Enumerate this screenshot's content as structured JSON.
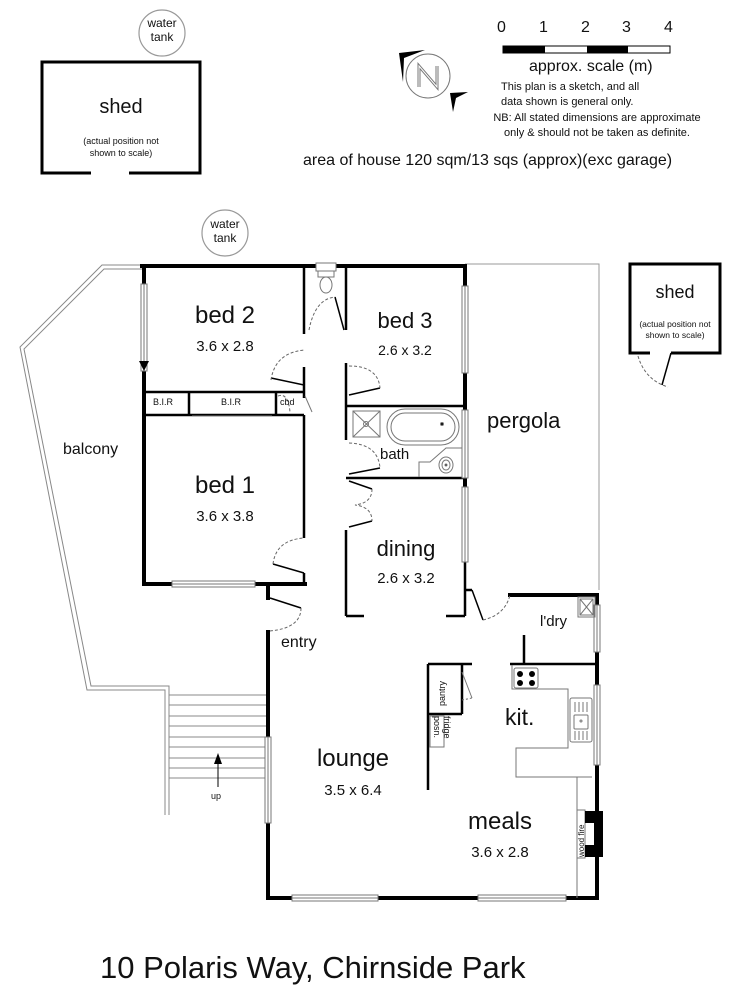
{
  "title": "10 Polaris Way, Chirnside Park",
  "area_note": "area of house 120 sqm/13 sqs (approx)(exc garage)",
  "scale": {
    "ticks": [
      "0",
      "1",
      "2",
      "3",
      "4"
    ],
    "label": "approx. scale (m)"
  },
  "compass": {
    "letter": "N"
  },
  "disclaimer": {
    "line1": "This plan is a sketch, and all",
    "line2": "data shown is general only.",
    "nb1": "NB: All stated dimensions are approximate",
    "nb2": "only & should not be taken as definite."
  },
  "water_tank_top": {
    "line1": "water",
    "line2": "tank"
  },
  "water_tank_house": {
    "line1": "water",
    "line2": "tank"
  },
  "shed_top_left": {
    "label": "shed",
    "note1": "(actual position not",
    "note2": "shown to scale)"
  },
  "shed_right": {
    "label": "shed",
    "note1": "(actual position not",
    "note2": "shown to scale)"
  },
  "rooms": {
    "bed2": {
      "name": "bed 2",
      "dims": "3.6 x 2.8"
    },
    "bed3": {
      "name": "bed 3",
      "dims": "2.6 x 3.2"
    },
    "bed1": {
      "name": "bed 1",
      "dims": "3.6 x 3.8"
    },
    "dining": {
      "name": "dining",
      "dims": "2.6 x 3.2"
    },
    "lounge": {
      "name": "lounge",
      "dims": "3.5 x 6.4"
    },
    "meals": {
      "name": "meals",
      "dims": "3.6 x 2.8"
    },
    "bath": {
      "name": "bath"
    },
    "kitchen": {
      "name": "kit."
    },
    "laundry": {
      "name": "l'dry"
    },
    "entry": {
      "name": "entry"
    },
    "pergola": {
      "name": "pergola"
    },
    "balcony": {
      "name": "balcony"
    }
  },
  "fixtures": {
    "bir_small": "B.I.R",
    "bir_large": "B.I.R",
    "cbd": "cbd",
    "pantry": "pantry",
    "fridge1": "fridge",
    "fridge2": "posn.",
    "wood_fire": "wood fire",
    "stairs_up": "up"
  }
}
